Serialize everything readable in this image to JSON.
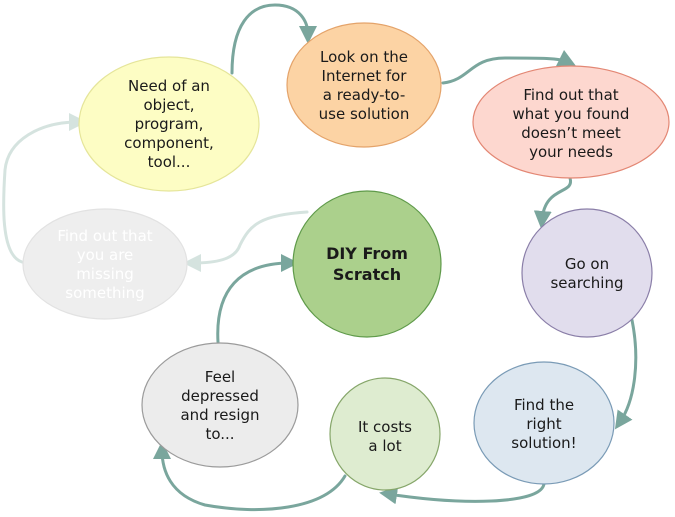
{
  "nodes": {
    "need": {
      "lines": [
        "Need of an",
        "object,",
        "program,",
        "component,",
        "tool..."
      ],
      "fill": "#fdfdc4",
      "stroke": "#e5e59a",
      "text": "#1a1a1a"
    },
    "look": {
      "lines": [
        "Look on the",
        "Internet for",
        "a ready-to-",
        "use solution"
      ],
      "fill": "#fcd3a4",
      "stroke": "#e4a36a",
      "text": "#1a1a1a"
    },
    "findout": {
      "lines": [
        "Find out that",
        "what you found",
        "doesn’t meet",
        "your needs"
      ],
      "fill": "#fdd7cf",
      "stroke": "#e38774",
      "text": "#1a1a1a"
    },
    "goon": {
      "lines": [
        "Go on",
        "searching"
      ],
      "fill": "#e1dded",
      "stroke": "#8a7ea8",
      "text": "#1a1a1a"
    },
    "findright": {
      "lines": [
        "Find the",
        "right",
        "solution!"
      ],
      "fill": "#dde7f0",
      "stroke": "#7a9bb6",
      "text": "#1a1a1a"
    },
    "costs": {
      "lines": [
        "It costs",
        "a lot"
      ],
      "fill": "#deecd0",
      "stroke": "#86a66a",
      "text": "#1a1a1a"
    },
    "feel": {
      "lines": [
        "Feel",
        "depressed",
        "and resign",
        "to..."
      ],
      "fill": "#ececec",
      "stroke": "#9b9b9b",
      "text": "#1a1a1a"
    },
    "diy": {
      "lines": [
        "DIY From",
        "Scratch"
      ],
      "fill": "#abd08c",
      "stroke": "#5f9a4a",
      "text": "#1a1a1a"
    },
    "missing": {
      "lines": [
        "Find out that",
        "you are",
        "missing",
        "something"
      ],
      "fill": "#eeeeee",
      "stroke": "#e2e2e2",
      "text": "#ffffff"
    }
  },
  "colors": {
    "arrow": "#7aa69d",
    "arrow_faded": "#d5e3df"
  }
}
